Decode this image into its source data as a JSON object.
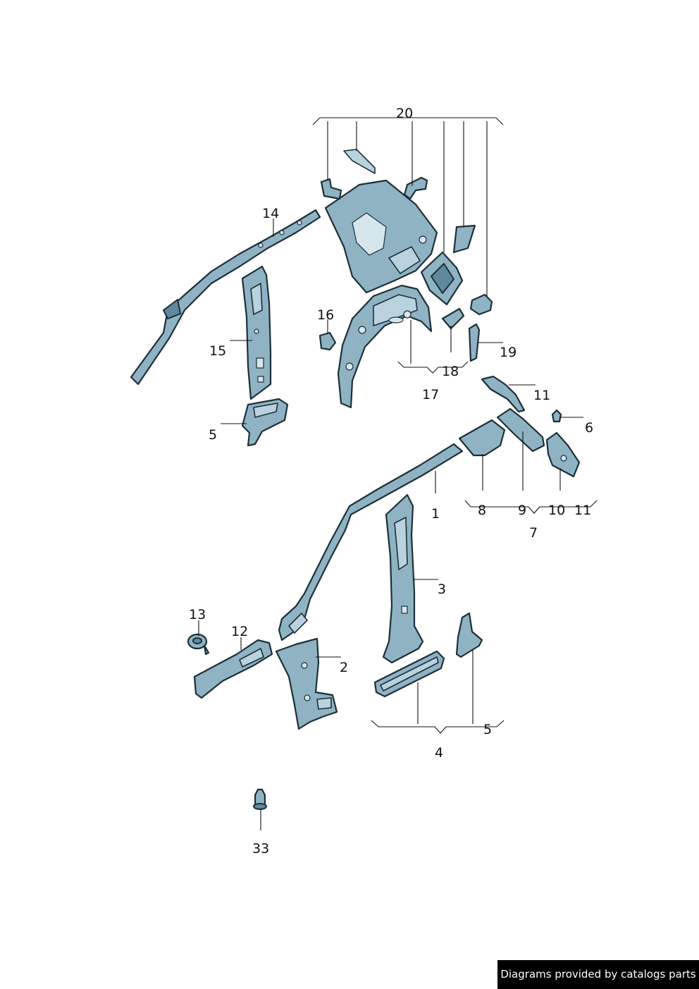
{
  "callouts": {
    "c20": "20",
    "c14": "14",
    "c16": "16",
    "c15": "15",
    "c5a": "5",
    "c17": "17",
    "c18": "18",
    "c19": "19",
    "c11a": "11",
    "c6": "6",
    "c1": "1",
    "c8": "8",
    "c9": "9",
    "c10": "10",
    "c11b": "11",
    "c7": "7",
    "c3": "3",
    "c13": "13",
    "c12": "12",
    "c2": "2",
    "c4": "4",
    "c5b": "5",
    "c33": "33"
  },
  "footer": {
    "credit": "Diagrams provided by catalogs parts"
  }
}
